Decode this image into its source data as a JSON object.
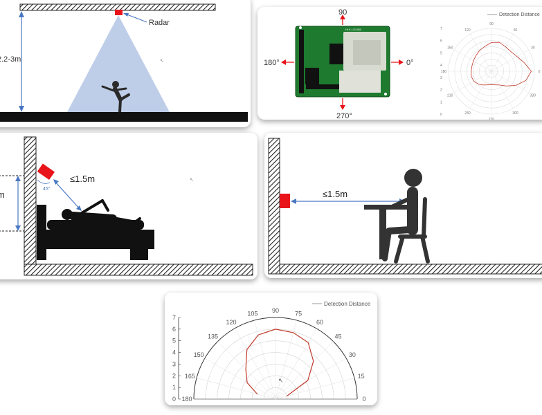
{
  "ceiling": {
    "height_label": "2.2-3m",
    "radar_label": "Radar"
  },
  "module": {
    "angle_top": "90",
    "angle_left": "180°",
    "angle_right": "0°",
    "angle_bottom": "270°",
    "chip_text": "HLK-LD2450"
  },
  "bed": {
    "distance_label": "≤1.5m",
    "angle_label": "45°",
    "height_label": "m"
  },
  "desk": {
    "distance_label": "≤1.5m"
  },
  "colors": {
    "radar_red": "#e8141a",
    "cone_blue": "#b8c9e6",
    "arrow_blue": "#4a78c2",
    "trace_red": "#c0392b"
  },
  "chart_data": [
    {
      "type": "polar",
      "legend": "Detection Distance",
      "theta_ticks": [
        "0",
        "30",
        "60",
        "90",
        "120",
        "150",
        "180",
        "210",
        "240",
        "270",
        "300",
        "330"
      ],
      "r_ticks": [
        "0",
        "1",
        "2",
        "3",
        "4",
        "5",
        "6",
        "7"
      ],
      "rlim": [
        0,
        7
      ],
      "series": [
        {
          "name": "Detection Distance",
          "theta": [
            0,
            15,
            30,
            45,
            60,
            75,
            90,
            105,
            120,
            135,
            150,
            165,
            180,
            195,
            210,
            225,
            240,
            255,
            270,
            285,
            300,
            315,
            330,
            345
          ],
          "r": [
            6.5,
            5.5,
            4.8,
            4.5,
            4.6,
            4.9,
            4.7,
            4.2,
            3.9,
            3.6,
            3.4,
            3.3,
            3.3,
            3.4,
            3.3,
            3.0,
            2.6,
            2.3,
            2.2,
            2.3,
            2.6,
            3.4,
            4.6,
            5.8
          ]
        }
      ]
    },
    {
      "type": "polar",
      "legend": "Detection Distance",
      "theta_ticks": [
        "0",
        "15",
        "30",
        "45",
        "60",
        "75",
        "90",
        "105",
        "120",
        "135",
        "150",
        "165",
        "180"
      ],
      "r_ticks": [
        "0",
        "1",
        "2",
        "3",
        "4",
        "5",
        "6",
        "7"
      ],
      "rlim": [
        0,
        7
      ],
      "series": [
        {
          "name": "Detection Distance",
          "theta": [
            15,
            30,
            45,
            60,
            75,
            90,
            105,
            120,
            135,
            150,
            165
          ],
          "r": [
            1.0,
            3.2,
            4.6,
            5.6,
            5.9,
            6.0,
            5.7,
            4.9,
            3.6,
            2.8,
            1.6
          ]
        }
      ]
    }
  ]
}
